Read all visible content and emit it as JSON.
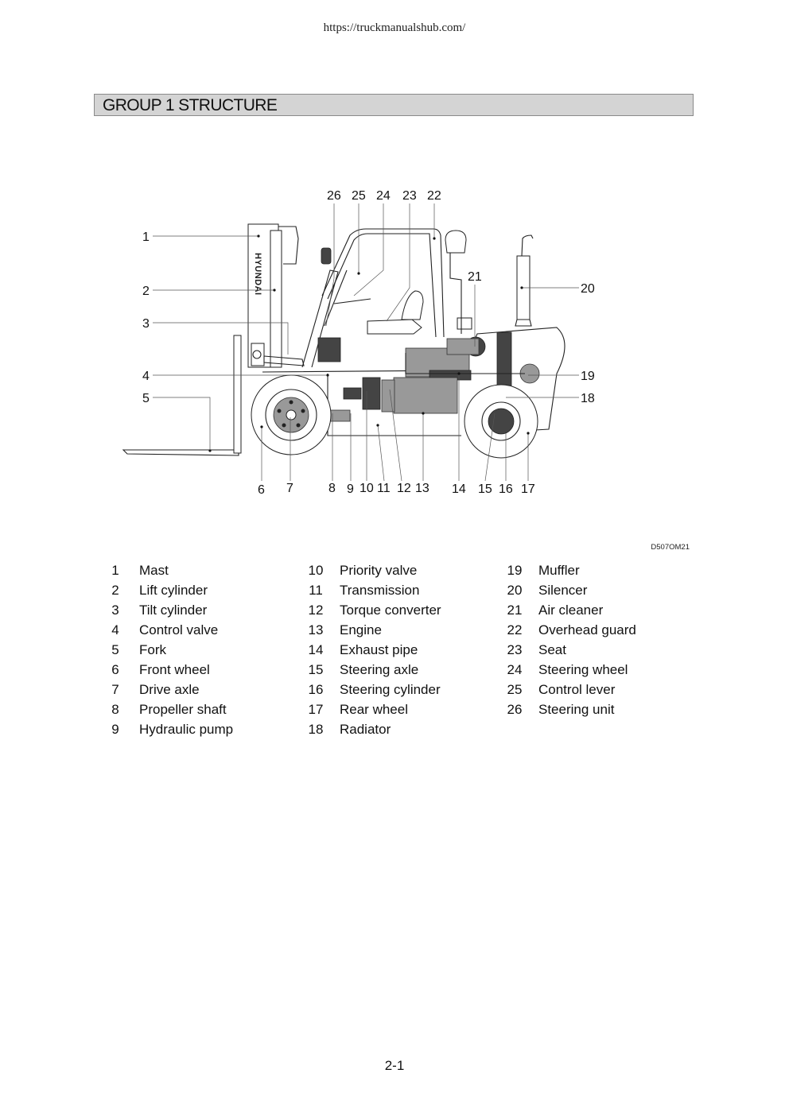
{
  "header": {
    "url": "https://truckmanualshub.com/"
  },
  "section": {
    "title": "GROUP 1 STRUCTURE"
  },
  "figure": {
    "code": "D507OM21",
    "mast_brand": "HYUNDAI",
    "callouts": [
      "1",
      "2",
      "3",
      "4",
      "5",
      "6",
      "7",
      "8",
      "9",
      "10",
      "11",
      "12",
      "13",
      "14",
      "15",
      "16",
      "17",
      "18",
      "19",
      "20",
      "21",
      "22",
      "23",
      "24",
      "25",
      "26"
    ]
  },
  "legend": {
    "columns": [
      [
        {
          "num": "1",
          "label": "Mast"
        },
        {
          "num": "2",
          "label": "Lift cylinder"
        },
        {
          "num": "3",
          "label": "Tilt cylinder"
        },
        {
          "num": "4",
          "label": "Control valve"
        },
        {
          "num": "5",
          "label": "Fork"
        },
        {
          "num": "6",
          "label": "Front wheel"
        },
        {
          "num": "7",
          "label": "Drive axle"
        },
        {
          "num": "8",
          "label": "Propeller shaft"
        },
        {
          "num": "9",
          "label": "Hydraulic pump"
        }
      ],
      [
        {
          "num": "10",
          "label": "Priority valve"
        },
        {
          "num": "11",
          "label": "Transmission"
        },
        {
          "num": "12",
          "label": "Torque converter"
        },
        {
          "num": "13",
          "label": "Engine"
        },
        {
          "num": "14",
          "label": "Exhaust pipe"
        },
        {
          "num": "15",
          "label": "Steering axle"
        },
        {
          "num": "16",
          "label": "Steering cylinder"
        },
        {
          "num": "17",
          "label": "Rear wheel"
        },
        {
          "num": "18",
          "label": "Radiator"
        }
      ],
      [
        {
          "num": "19",
          "label": "Muffler"
        },
        {
          "num": "20",
          "label": "Silencer"
        },
        {
          "num": "21",
          "label": "Air cleaner"
        },
        {
          "num": "22",
          "label": "Overhead guard"
        },
        {
          "num": "23",
          "label": "Seat"
        },
        {
          "num": "24",
          "label": "Steering wheel"
        },
        {
          "num": "25",
          "label": "Control lever"
        },
        {
          "num": "26",
          "label": "Steering unit"
        }
      ]
    ]
  },
  "footer": {
    "page": "2-1"
  }
}
